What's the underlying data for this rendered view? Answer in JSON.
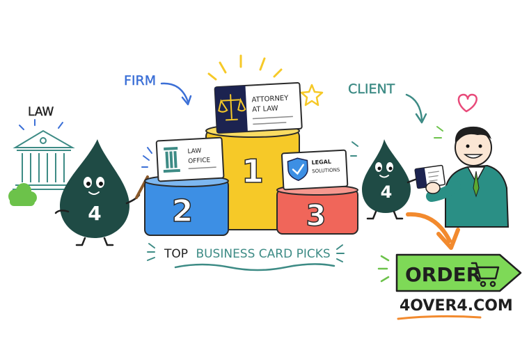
{
  "labels": {
    "law": "LAW",
    "firm": "FIRM",
    "client": "CLIENT",
    "caption_top": "TOP",
    "caption_rest": "BUSINESS CARD PICKS",
    "order": "ORDER",
    "website": "4OVER4.COM"
  },
  "mascots": {
    "left_number": "4",
    "right_number": "4"
  },
  "podium": {
    "first_rank": "1",
    "second_rank": "2",
    "third_rank": "3"
  },
  "cards": {
    "first_line1": "ATTORNEY",
    "first_line2": "AT LAW",
    "second_line1": "LAW",
    "second_line2": "OFFICE",
    "third_line1": "LEGAL",
    "third_line2": "SOLUTIONS"
  },
  "colors": {
    "mascot": "#1f4b45",
    "podium_first": "#f6c928",
    "podium_second": "#3d8fe4",
    "podium_third": "#f0665a",
    "order_button": "#7ed957",
    "accent_orange": "#f28a2e",
    "navy": "#1c2350"
  }
}
